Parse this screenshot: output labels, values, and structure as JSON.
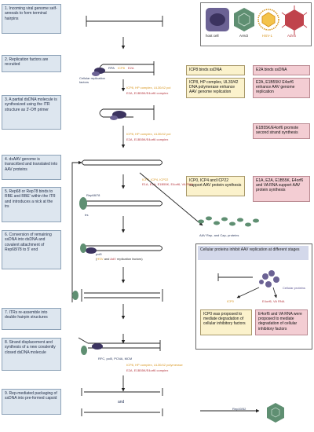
{
  "steps": [
    "1. Incoming viral genome self-anneals to form terminal hairpins",
    "2. Replication factors are recruited",
    "3. A partial dsDNA molecule is synthesized using the ITR structure as 3'-OH primer",
    "4. dsAAV genome is transcribed and translated into AAV proteins",
    "5. Rep68 or Rep78 binds to RBE and RBE' within the ITR and introduces a nick at the trs",
    "6. Conversion of remaining ssDNA into dsDNA and covalent attachment of Rep68/78 to 5' end",
    "7. ITRs re-assemble into double hairpin structures",
    "8. Strand displacement and synthesis of a new covalently closed dsDNA molecule",
    "9. Rep-mediated packaging of ssDNA into pre-formed capsid"
  ],
  "legend": {
    "host_cell": "host cell",
    "aav2": "AAV2",
    "hsv1": "HSV-1",
    "adv5": "AdV5"
  },
  "notes": {
    "icp8_binds": "ICP8 binds ssDNA",
    "e2a_binds": "E2A binds ssDNA",
    "icp8_hp": "ICP8, HP complex, UL30/42 DNA polymerase enhance AAV genome replication",
    "e2a_e1b": "E2A, E1B55K/ E4orf6 enhance AAV genome replication",
    "e1b_second": "E1B55K/E4orf6 promote second strand synthesis",
    "icp0_support": "ICP0, ICP4 and ICP22 support AAV protein synthesis",
    "e1a_support": "E1A, E2A, E1B55K, E4orf6 and VA RNA support AAV protein synthesis",
    "inhibit_title": "Cellular proteins inhibit AAV replication at different stages",
    "icp0_degrade": "ICP0 was proposed to mediate degradation of cellular inhibitory factors",
    "e4_degrade": "E4orf6 and VA RNA were proposed to mediate degradation of cellular inhibitory factors"
  },
  "labels": {
    "rpa": "RPA",
    "icp8": "ICP8",
    "e2a": "E2A",
    "cellular_replication_factors": "Cellular replication factors",
    "step2_hsv": "ICP8, HP complex, UL30/42 pol",
    "step2_adv": "E2A, E1B55K/E4orf6 complex",
    "step3_hsv": "ICP8, HP complex, UL30/42 pol",
    "step3_adv": "E2A, E1B55K/E4orf6 complex",
    "step4_hsv": "ICP0, ICP4, ICP22",
    "step4_adv": "E1A, E2A, E1B55K, E4orf6, VA RNA",
    "rep6878": "Rep68/78",
    "trs": "trs",
    "rep_cap": "AAV Rep- and Cap- proteins",
    "pold": "polδ",
    "step6_factors_prefix": "(",
    "step6_hsv": "HSV",
    "step6_and": " and ",
    "step6_adv": "AdV",
    "step6_suffix": " replication factors)",
    "cellular_proteins": "Cellular proteins",
    "icp0": "ICP0",
    "e4orf6_vrna": "E4orf6, VA RNA",
    "rfc": "RFC, polδ, PCNA, MCM",
    "step8_hsv": "ICP8, HP complex, UL30/42 polymerase",
    "step8_adv": "E2A, E1B55K/E4orf6 complex",
    "and": "and",
    "rep4052": "Rep40/52"
  },
  "colors": {
    "step_fill": "#dde6ef",
    "hsv_orange": "#d8961f",
    "adv_red": "#b5373f",
    "rep_green": "#5f8f72",
    "host_purple": "#5a5390",
    "hsv_note": "#fbf2cc",
    "adv_note": "#f3cdd3"
  }
}
